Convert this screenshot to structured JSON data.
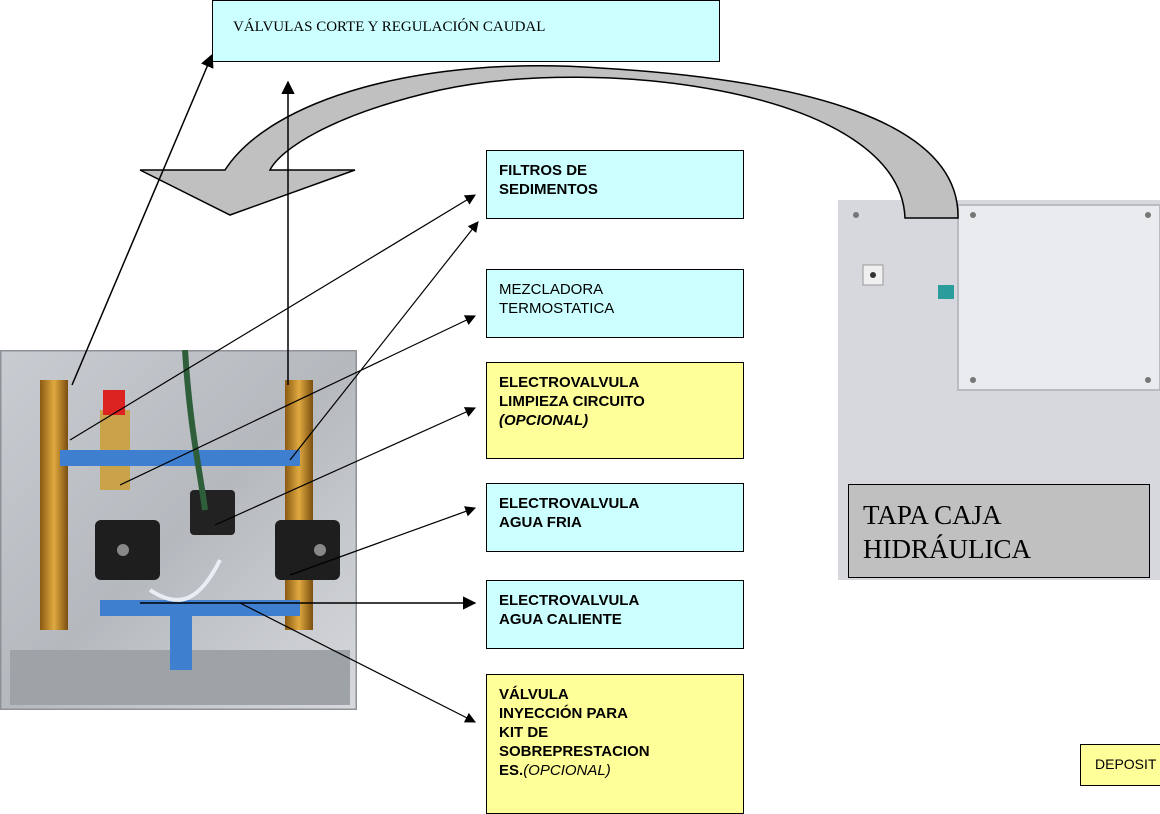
{
  "top_label": "VÁLVULAS CORTE Y REGULACIÓN CAUDAL",
  "labels": {
    "filtros": [
      "FILTROS DE",
      "SEDIMENTOS"
    ],
    "mezcladora": [
      "MEZCLADORA",
      "TERMOSTATICA"
    ],
    "limpieza": [
      "ELECTROVALVULA",
      "LIMPIEZA CIRCUITO",
      "(OPCIONAL)"
    ],
    "fria": [
      "ELECTROVALVULA",
      "AGUA FRIA"
    ],
    "caliente": [
      "ELECTROVALVULA",
      "AGUA CALIENTE"
    ],
    "inyeccion": [
      "VÁLVULA",
      "INYECCIÓN PARA",
      "KIT DE",
      "SOBREPRESTACION",
      "ES.",
      "(OPCIONAL)"
    ]
  },
  "tapa": [
    "TAPA CAJA",
    "HIDRÁULICA"
  ],
  "deposit": "DEPOSIT"
}
